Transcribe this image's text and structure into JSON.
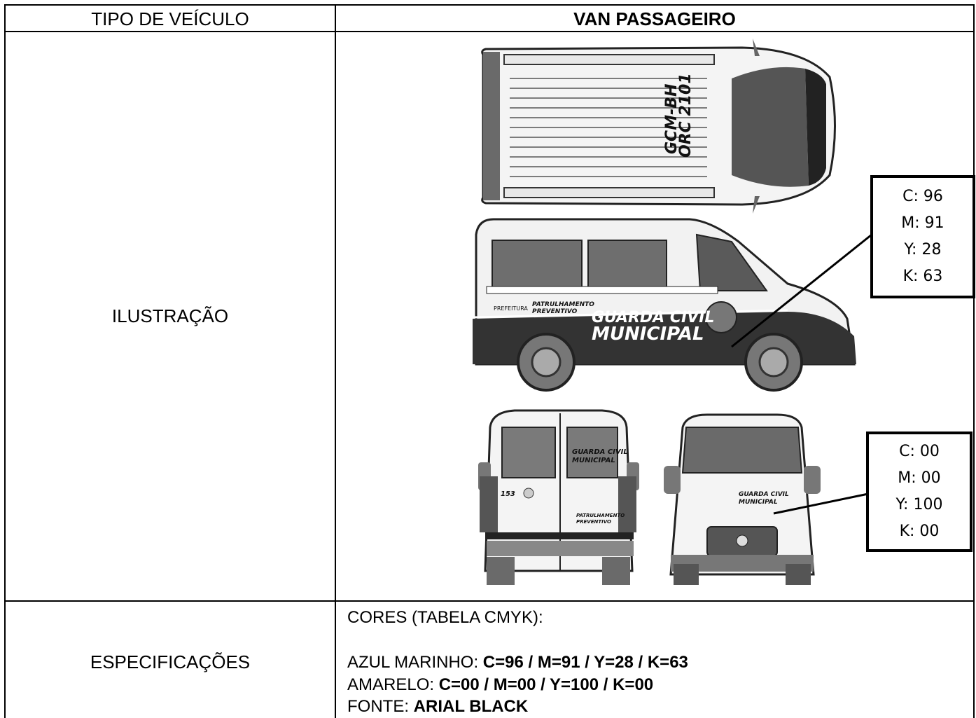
{
  "header": {
    "left_label": "TIPO DE VEÍCULO",
    "right_label": "VAN PASSAGEIRO"
  },
  "illustration": {
    "row_label": "ILUSTRAÇÃO",
    "roof_text_line1": "GCM-BH",
    "roof_text_line2": "ORC 2101",
    "side_band_text_line1": "GUARDA CIVIL",
    "side_band_text_line2": "MUNICIPAL",
    "side_small_text_line1": "PATRULHAMENTO",
    "side_small_text_line2": "PREVENTIVO",
    "side_prefeitura": "PREFEITURA",
    "rear_door_text_line1": "GUARDA CIVIL",
    "rear_door_text_line2": "MUNICIPAL",
    "rear_phone": "153",
    "rear_small_text_line1": "PATRULHAMENTO",
    "rear_small_text_line2": "PREVENTIVO",
    "front_hood_text_line1": "GUARDA CIVIL",
    "front_hood_text_line2": "MUNICIPAL",
    "colors": {
      "navy_hex": "#1e2246",
      "yellow_hex": "#ffff00",
      "rendered_gray": "#555555"
    },
    "callout_navy": {
      "c": "C: 96",
      "m": "M: 91",
      "y": "Y: 28",
      "k": "K: 63"
    },
    "callout_yellow": {
      "c": "C: 00",
      "m": "M: 00",
      "y": "Y: 100",
      "k": "K: 00"
    }
  },
  "specs": {
    "row_label": "ESPECIFICAÇÕES",
    "title": "CORES (TABELA CMYK):",
    "navy_label": "AZUL MARINHO: ",
    "navy_value": "C=96 / M=91 / Y=28 / K=63",
    "yellow_label": "AMARELO: ",
    "yellow_value": "C=00 / M=00 / Y=100 / K=00",
    "font_label": "FONTE: ",
    "font_value": "ARIAL BLACK"
  }
}
